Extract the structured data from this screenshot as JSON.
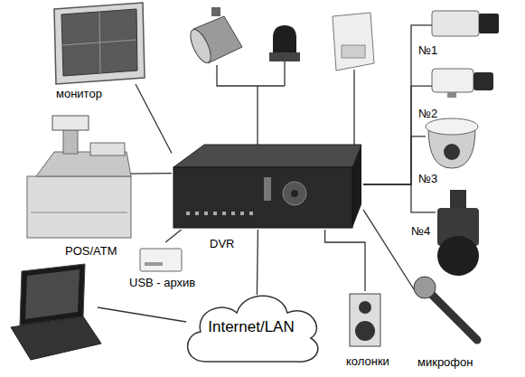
{
  "diagram": {
    "nodes": [
      {
        "text": [
          "монитор"
        ]
      },
      {
        "text": [
          "№1"
        ]
      },
      {
        "text": [
          "№2"
        ]
      },
      {
        "text": [
          "№3"
        ]
      },
      {
        "text": [
          "POS/ATM"
        ]
      },
      {
        "text": [
          "DVR"
        ]
      },
      {
        "text": [
          "№4"
        ]
      },
      {
        "text": [
          "USB - архив"
        ]
      },
      {
        "text": [
          "Internet/LAN"
        ]
      },
      {
        "text": [
          "колонки"
        ]
      },
      {
        "text": [
          "микрофон"
        ]
      }
    ],
    "edges": [
      {
        "from": 5,
        "to": 0,
        "arrow": "none"
      },
      {
        "from": 5,
        "to": 4,
        "arrow": "none"
      },
      {
        "from": 5,
        "to": 7,
        "arrow": "none"
      },
      {
        "from": 5,
        "to": 8,
        "arrow": "none"
      },
      {
        "from": 5,
        "to": 9,
        "arrow": "none"
      },
      {
        "from": 5,
        "to": 10,
        "arrow": "none"
      },
      {
        "from": 5,
        "to": 1,
        "arrow": "none"
      },
      {
        "from": 5,
        "to": 2,
        "arrow": "none"
      },
      {
        "from": 5,
        "to": 3,
        "arrow": "none"
      },
      {
        "from": 5,
        "to": 6,
        "arrow": "none"
      }
    ]
  }
}
